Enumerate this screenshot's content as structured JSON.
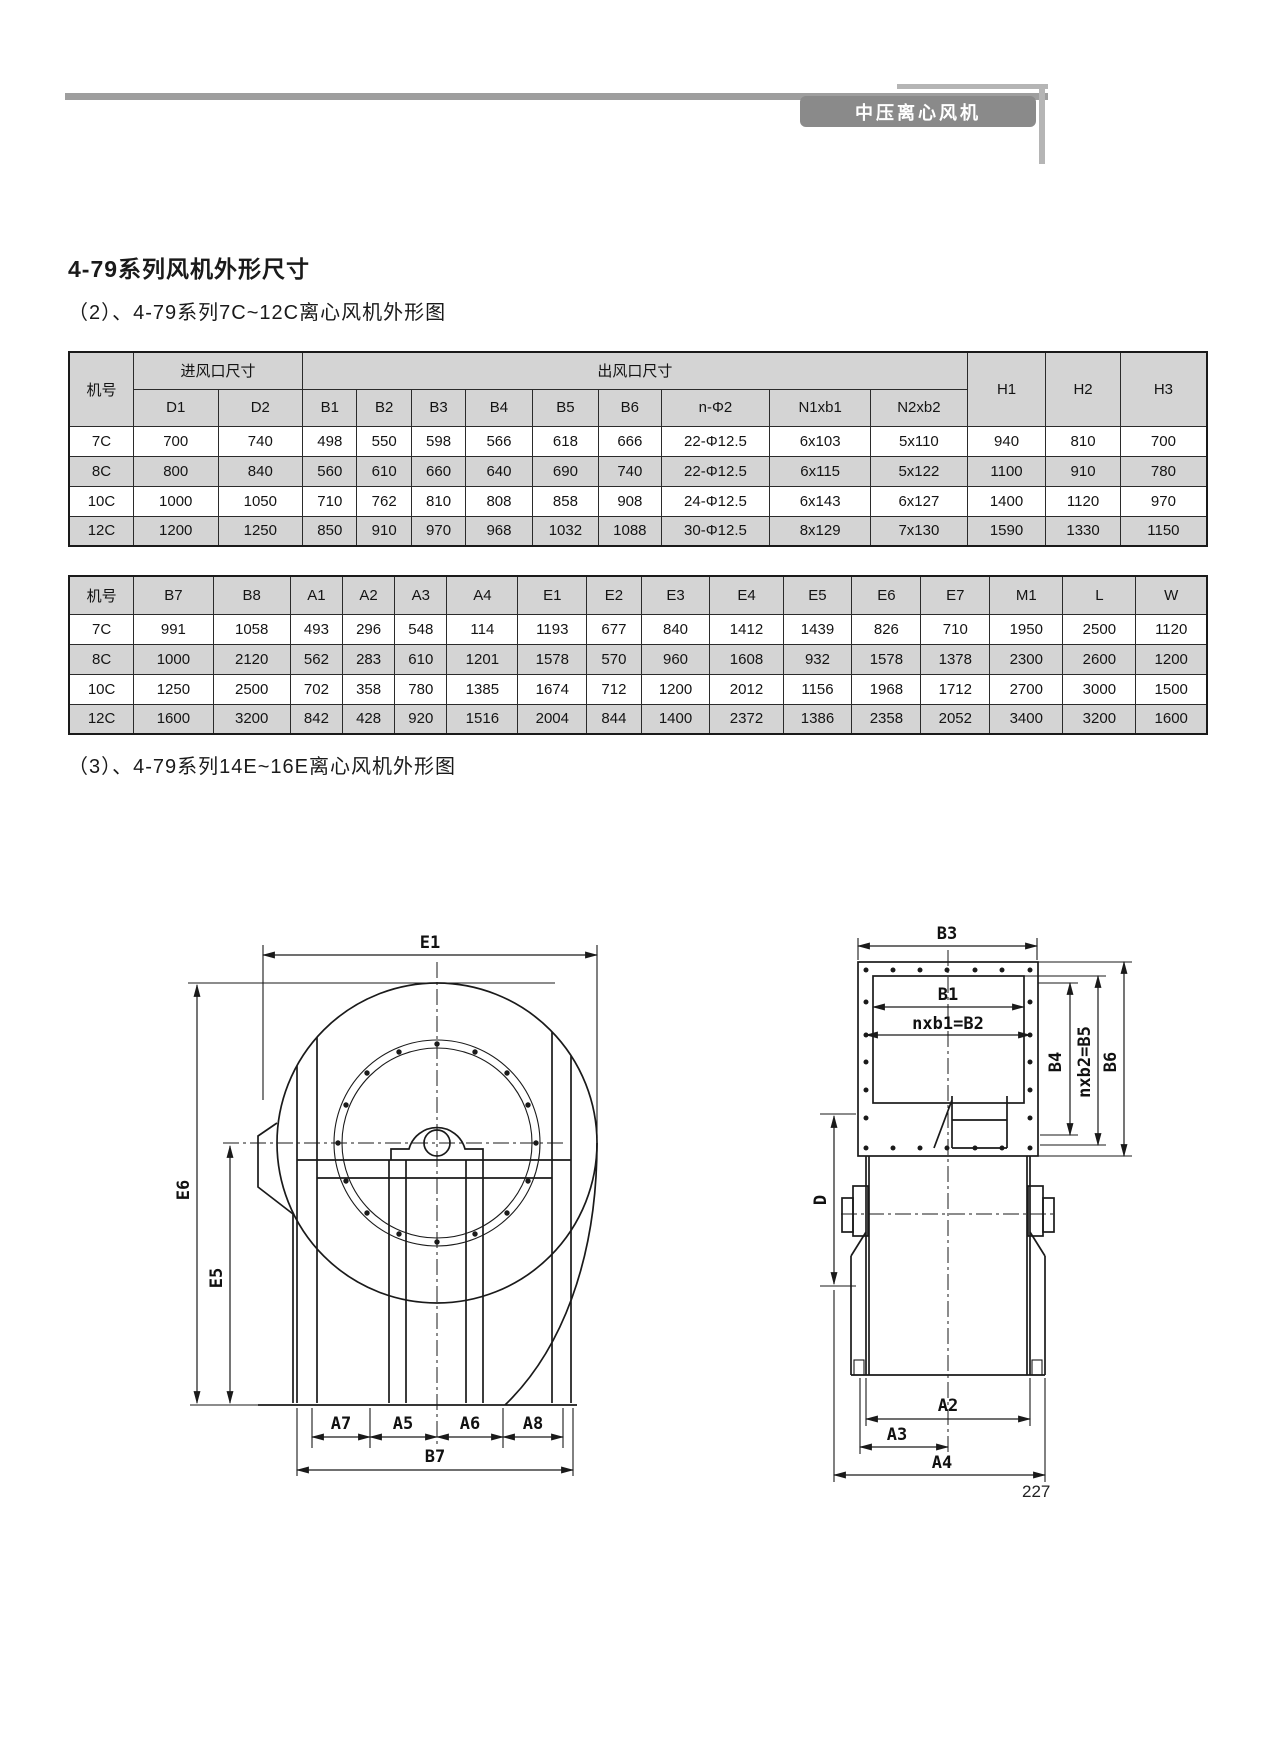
{
  "header": {
    "badge": "中压离心风机"
  },
  "titles": {
    "main": "4-79系列风机外形尺寸",
    "section2": "（2）、4-79系列7C~12C离心风机外形图",
    "section3": "（3）、4-79系列14E~16E离心风机外形图"
  },
  "table1": {
    "col_machine": "机号",
    "group_inlet": "进风口尺寸",
    "group_outlet": "出风口尺寸",
    "col_h1": "H1",
    "col_h2": "H2",
    "col_h3": "H3",
    "sub_headers": [
      "D1",
      "D2",
      "B1",
      "B2",
      "B3",
      "B4",
      "B5",
      "B6",
      "n-Φ2",
      "N1xb1",
      "N2xb2"
    ],
    "rows": [
      [
        "7C",
        "700",
        "740",
        "498",
        "550",
        "598",
        "566",
        "618",
        "666",
        "22-Φ12.5",
        "6x103",
        "5x110",
        "940",
        "810",
        "700"
      ],
      [
        "8C",
        "800",
        "840",
        "560",
        "610",
        "660",
        "640",
        "690",
        "740",
        "22-Φ12.5",
        "6x115",
        "5x122",
        "1100",
        "910",
        "780"
      ],
      [
        "10C",
        "1000",
        "1050",
        "710",
        "762",
        "810",
        "808",
        "858",
        "908",
        "24-Φ12.5",
        "6x143",
        "6x127",
        "1400",
        "1120",
        "970"
      ],
      [
        "12C",
        "1200",
        "1250",
        "850",
        "910",
        "970",
        "968",
        "1032",
        "1088",
        "30-Φ12.5",
        "8x129",
        "7x130",
        "1590",
        "1330",
        "1150"
      ]
    ]
  },
  "table2": {
    "headers": [
      "机号",
      "B7",
      "B8",
      "A1",
      "A2",
      "A3",
      "A4",
      "E1",
      "E2",
      "E3",
      "E4",
      "E5",
      "E6",
      "E7",
      "M1",
      "L",
      "W"
    ],
    "rows": [
      [
        "7C",
        "991",
        "1058",
        "493",
        "296",
        "548",
        "114",
        "1193",
        "677",
        "840",
        "1412",
        "1439",
        "826",
        "710",
        "1950",
        "2500",
        "1120"
      ],
      [
        "8C",
        "1000",
        "2120",
        "562",
        "283",
        "610",
        "1201",
        "1578",
        "570",
        "960",
        "1608",
        "932",
        "1578",
        "1378",
        "2300",
        "2600",
        "1200"
      ],
      [
        "10C",
        "1250",
        "2500",
        "702",
        "358",
        "780",
        "1385",
        "1674",
        "712",
        "1200",
        "2012",
        "1156",
        "1968",
        "1712",
        "2700",
        "3000",
        "1500"
      ],
      [
        "12C",
        "1600",
        "3200",
        "842",
        "428",
        "920",
        "1516",
        "2004",
        "844",
        "1400",
        "2372",
        "1386",
        "2358",
        "2052",
        "3400",
        "3200",
        "1600"
      ]
    ]
  },
  "drawing_left": {
    "e1": "E1",
    "e6": "E6",
    "e5": "E5",
    "a7": "A7",
    "a5": "A5",
    "a6": "A6",
    "a8": "A8",
    "b7": "B7"
  },
  "drawing_right": {
    "b3": "B3",
    "b1": "B1",
    "b2": "nxb1=B2",
    "b4": "B4",
    "b5": "nxb2=B5",
    "b6": "B6",
    "d": "D",
    "a2": "A2",
    "a3": "A3",
    "a4": "A4"
  },
  "footer": {
    "page_number": "227"
  },
  "colors": {
    "badge_bg": "#8a8a8a",
    "table_shade": "#d4d4d4",
    "rule_gray": "#9e9e9e"
  }
}
